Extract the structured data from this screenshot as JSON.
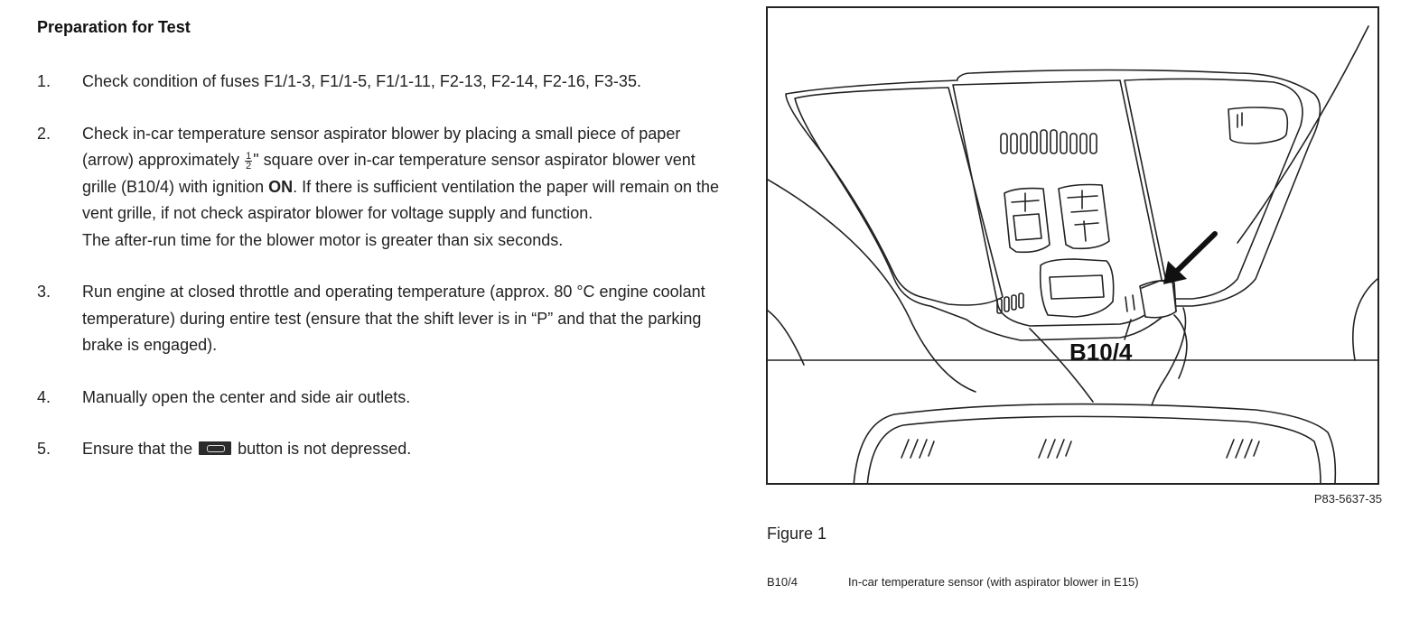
{
  "heading": "Preparation for Test",
  "steps": [
    {
      "number": "1.",
      "text": "Check condition of fuses F1/1-3, F1/1-5, F1/1-11, F2-13, F2-14, F2-16, F3-35."
    },
    {
      "number": "2.",
      "part1": "Check in-car temperature sensor aspirator blower by placing a small piece of paper (arrow) approximately ",
      "frac_num": "1",
      "frac_den": "2",
      "part2": "\" square over in-car temperature sensor aspirator blower vent grille (B10/4) with ignition ",
      "bold": "ON",
      "part3": ". If there is sufficient ventilation the paper will remain on the vent grille, if not check aspirator blower for voltage supply and function.",
      "line2": "The after-run time for the blower motor is greater than six seconds."
    },
    {
      "number": "3.",
      "text": "Run engine at closed throttle and operating temperature (approx. 80 °C engine coolant temperature) during entire test (ensure that the shift lever is in “P” and that the parking brake is engaged)."
    },
    {
      "number": "4.",
      "text": "Manually open the center and side air outlets."
    },
    {
      "number": "5.",
      "before": "Ensure that the",
      "after": "button is not depressed.",
      "icon": "recirculation-button-icon"
    }
  ],
  "figure": {
    "callout": "B10/4",
    "code": "P83-5637-35",
    "caption": "Figure 1",
    "legend": [
      {
        "key": "B10/4",
        "desc": "In-car temperature sensor (with aspirator blower in E15)"
      }
    ]
  }
}
